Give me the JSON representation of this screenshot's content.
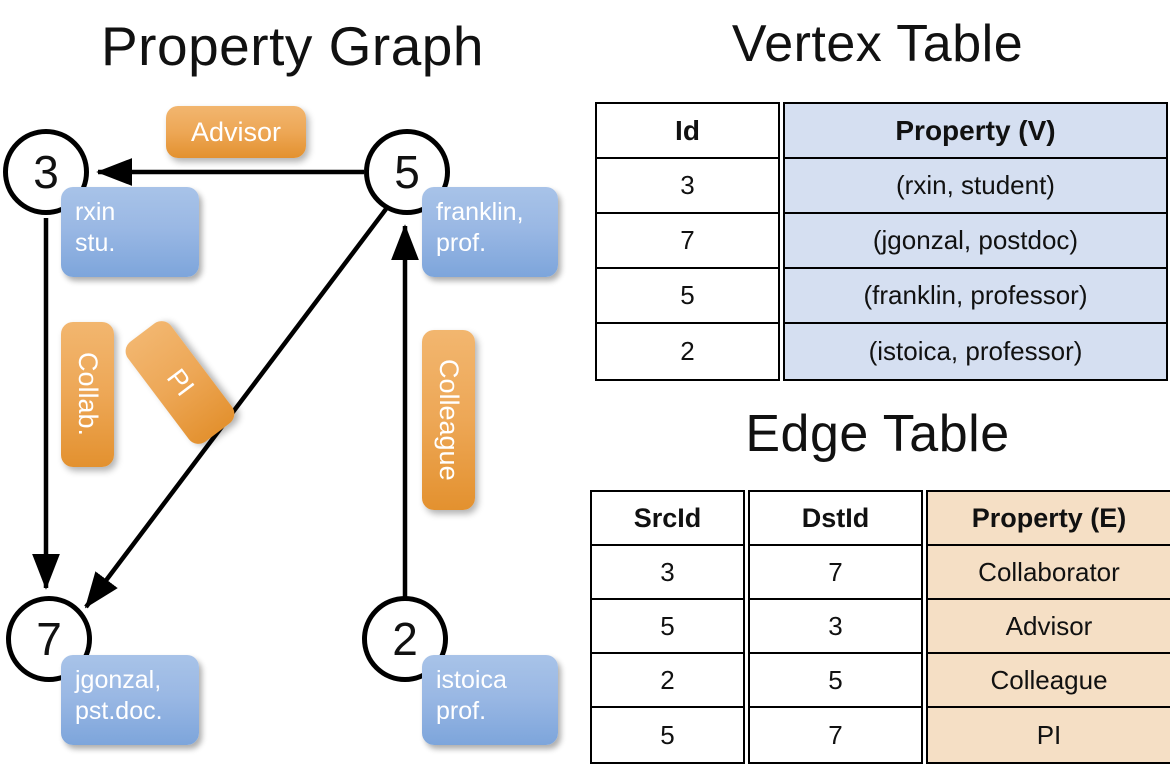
{
  "titles": {
    "property_graph": "Property Graph",
    "vertex_table": "Vertex Table",
    "edge_table": "Edge Table"
  },
  "colors": {
    "node_fill": "#ffffff",
    "node_stroke": "#000000",
    "vertex_property_fill": "#d5dff1",
    "edge_property_fill": "#f5dfc5",
    "blue_box_top": "#a8c3e8",
    "blue_box_bottom": "#7da5db",
    "orange_box_top": "#f2b66f",
    "orange_box_bottom": "#e3912f"
  },
  "graph": {
    "nodes": [
      {
        "id": "3",
        "property_lines": [
          "rxin",
          "stu."
        ]
      },
      {
        "id": "5",
        "property_lines": [
          "franklin,",
          "prof."
        ]
      },
      {
        "id": "7",
        "property_lines": [
          "jgonzal,",
          "pst.doc."
        ]
      },
      {
        "id": "2",
        "property_lines": [
          "istoica",
          "prof."
        ]
      }
    ],
    "edge_labels": [
      {
        "label": "Advisor",
        "from": "5",
        "to": "3"
      },
      {
        "label": "Collab.",
        "from": "3",
        "to": "7"
      },
      {
        "label": "PI",
        "from": "5",
        "to": "7"
      },
      {
        "label": "Colleague",
        "from": "2",
        "to": "5"
      }
    ]
  },
  "vertex_table": {
    "headers": [
      "Id",
      "Property (V)"
    ],
    "rows": [
      {
        "id": "3",
        "property": "(rxin, student)"
      },
      {
        "id": "7",
        "property": "(jgonzal, postdoc)"
      },
      {
        "id": "5",
        "property": "(franklin, professor)"
      },
      {
        "id": "2",
        "property": "(istoica, professor)"
      }
    ]
  },
  "edge_table": {
    "headers": [
      "SrcId",
      "DstId",
      "Property (E)"
    ],
    "rows": [
      {
        "src": "3",
        "dst": "7",
        "property": "Collaborator"
      },
      {
        "src": "5",
        "dst": "3",
        "property": "Advisor"
      },
      {
        "src": "2",
        "dst": "5",
        "property": "Colleague"
      },
      {
        "src": "5",
        "dst": "7",
        "property": "PI"
      }
    ]
  }
}
